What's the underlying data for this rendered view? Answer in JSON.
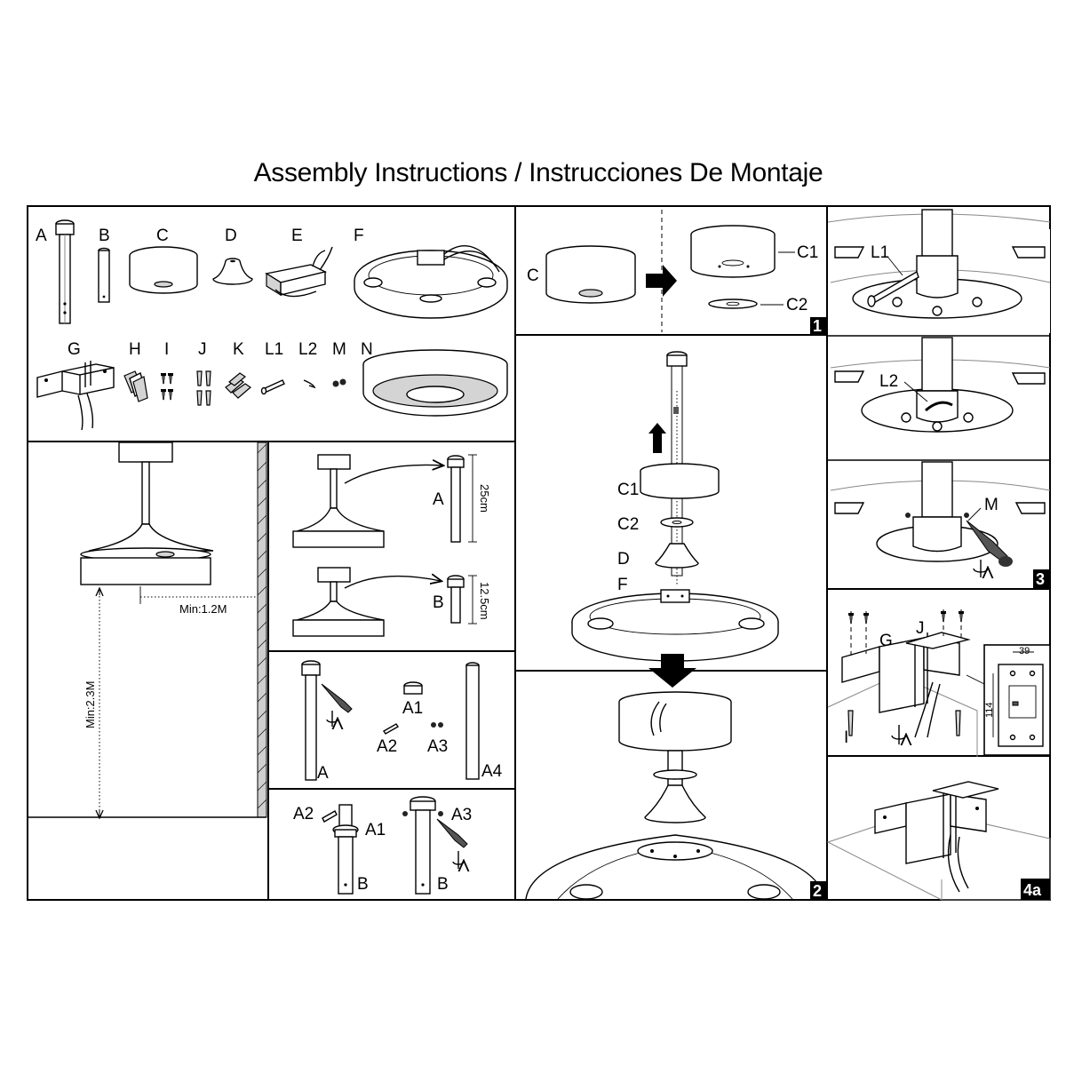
{
  "title": "Assembly Instructions / Instrucciones De Montaje",
  "parts": {
    "A": "A",
    "B": "B",
    "C": "C",
    "D": "D",
    "E": "E",
    "F": "F",
    "G": "G",
    "H": "H",
    "I": "I",
    "J": "J",
    "K": "K",
    "L1": "L1",
    "L2": "L2",
    "M": "M",
    "N": "N"
  },
  "step1": {
    "c": "C",
    "c1": "C1",
    "c2": "C2",
    "number": "1"
  },
  "step2": {
    "c1": "C1",
    "c2": "C2",
    "d": "D",
    "f": "F",
    "number": "2"
  },
  "step3": {
    "l1": "L1",
    "l2": "L2",
    "m": "M",
    "number": "3"
  },
  "step4": {
    "g": "G",
    "j": "J",
    "i": "I",
    "dim_w": "39",
    "dim_h": "114"
  },
  "step4a": {
    "number": "4a"
  },
  "clearance": {
    "horizontal": "Min:1.2M",
    "vertical": "Min:2.3M"
  },
  "rod_choice": {
    "a": "A",
    "a_len": "25cm",
    "b": "B",
    "b_len": "12.5cm"
  },
  "rod_parts": {
    "a": "A",
    "a1": "A1",
    "a2": "A2",
    "a3": "A3",
    "a4": "A4"
  },
  "rod_assembly": {
    "a2": "A2",
    "a1": "A1",
    "b": "B",
    "a3": "A3",
    "b2": "B"
  }
}
